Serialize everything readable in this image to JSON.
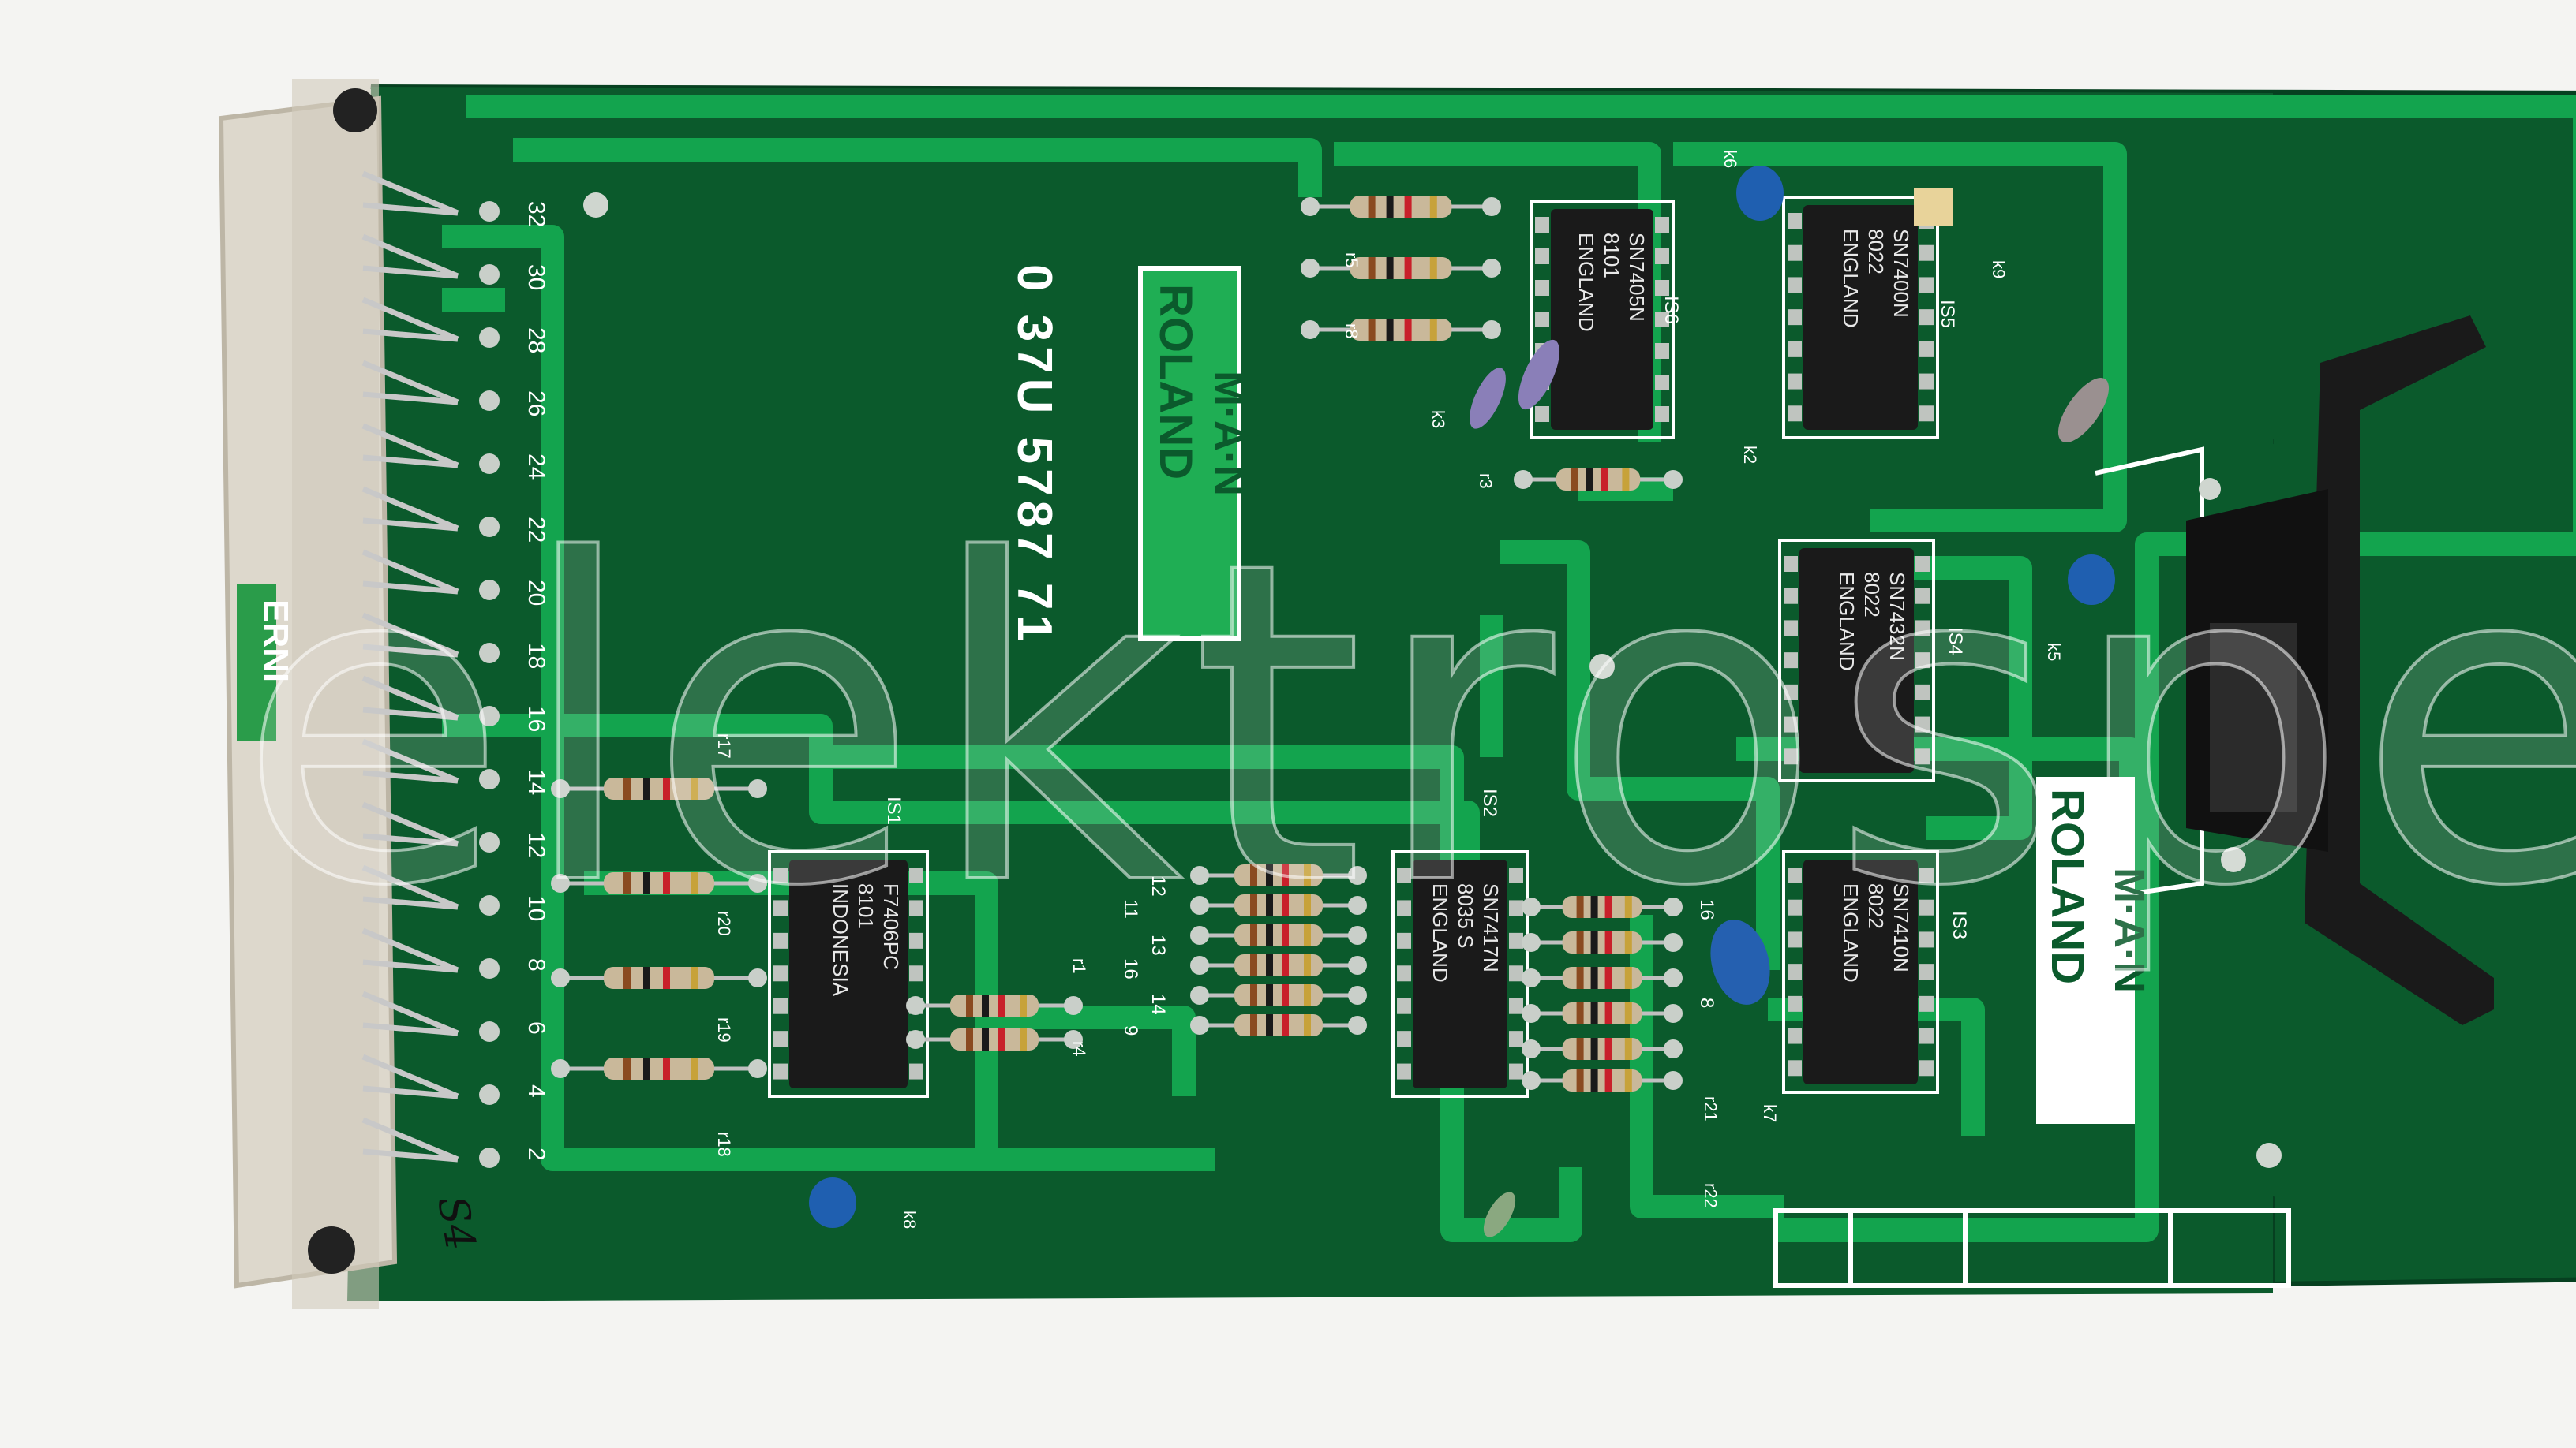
{
  "board": {
    "part_number": "0 37U 5787 71",
    "logo_top": "M·A·N",
    "logo_bottom": "ROLAND",
    "connector_brand": "ERNI",
    "handwritten_mark": "S4",
    "pin_numbers": [
      "32",
      "30",
      "28",
      "26",
      "24",
      "22",
      "20",
      "18",
      "16",
      "14",
      "12",
      "10",
      "8",
      "6",
      "4",
      "2"
    ],
    "chips": [
      {
        "id": "IS1",
        "l1": "F7406PC",
        "l2": "8101",
        "l3": "INDONESIA"
      },
      {
        "id": "IS2",
        "l1": "SN7417N",
        "l2": "8035 S",
        "l3": "ENGLAND"
      },
      {
        "id": "IS3",
        "l1": "SN7410N",
        "l2": "8022",
        "l3": "ENGLAND"
      },
      {
        "id": "IS4",
        "l1": "SN7432N",
        "l2": "8022",
        "l3": "ENGLAND"
      },
      {
        "id": "IS5",
        "l1": "SN7400N",
        "l2": "8022",
        "l3": "ENGLAND"
      },
      {
        "id": "IS6",
        "l1": "SN7405N",
        "l2": "8101",
        "l3": "ENGLAND"
      }
    ],
    "labels": {
      "is1": "IS1",
      "is2": "IS2",
      "is3": "IS3",
      "is4": "IS4",
      "is5": "IS5",
      "is6": "IS6",
      "r1": "r1",
      "r3": "r3",
      "r4": "r4",
      "r5": "r5",
      "r8": "r8",
      "r17": "r17",
      "r18": "r18",
      "r19": "r19",
      "r20": "r20",
      "r21": "r21",
      "r22": "r22",
      "k2": "k2",
      "k3": "k3",
      "k5": "k5",
      "k6": "k6",
      "k7": "k7",
      "k8": "k8",
      "k9": "k9",
      "n12": "12",
      "n11": "11",
      "n13": "13",
      "n16": "16",
      "n14": "14",
      "n9": "9",
      "n16b": "16",
      "n8": "8"
    }
  },
  "watermark": "elektrospeed",
  "colors": {
    "pcb": "#0b5a2c",
    "trace": "#13a44e",
    "silkscreen": "#ffffff",
    "connector": "#ddd8cc",
    "chip": "#1a1a1a"
  }
}
